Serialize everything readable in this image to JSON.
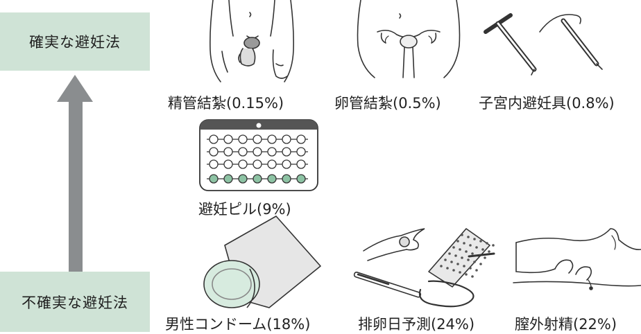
{
  "scale": {
    "top_label": "確実な避妊法",
    "bottom_label": "不確実な避妊法",
    "arrow_icon": "up-arrow-icon"
  },
  "methods": [
    {
      "name": "精管結紮",
      "rate": "0.15%",
      "label": "精管結紮(0.15%)",
      "icon": "vasectomy-male-body-icon"
    },
    {
      "name": "卵管結紮",
      "rate": "0.5%",
      "label": "卵管結紮(0.5%)",
      "icon": "tubal-ligation-female-body-icon"
    },
    {
      "name": "子宮内避妊具",
      "rate": "0.8%",
      "label": "子宮内避妊具(0.8%)",
      "icon": "iud-device-icon"
    },
    {
      "name": "避妊ピル",
      "rate": "9%",
      "label": "避妊ピル(9%)",
      "icon": "pill-pack-icon"
    },
    {
      "name": "男性コンドーム",
      "rate": "18%",
      "label": "男性コンドーム(18%)",
      "icon": "condom-packet-icon"
    },
    {
      "name": "排卵日予測",
      "rate": "24%",
      "label": "排卵日予測(24%)",
      "icon": "thermometer-calendar-icon"
    },
    {
      "name": "膣外射精",
      "rate": "22%",
      "label": "膣外射精(22%)",
      "icon": "withdrawal-icon"
    }
  ],
  "colors": {
    "badge_fill": "#cfe3d6",
    "arrow": "#8a8d8f",
    "pill_green": "#8dc3a4",
    "line": "#333333"
  }
}
